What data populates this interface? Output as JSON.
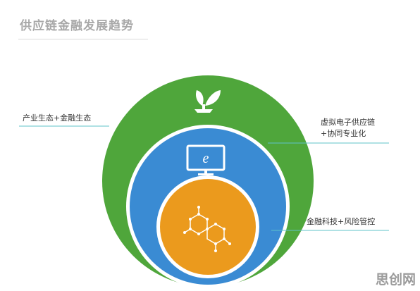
{
  "title": "供应链金融发展趋势",
  "layers": [
    {
      "label": "产业生态+金融生态",
      "icon": "sprout-icon",
      "color": "#4fa63b"
    },
    {
      "label_lines": [
        "虚拟电子供应链",
        "+协同专业化"
      ],
      "icon": "monitor-e-icon",
      "color": "#3a8bd3"
    },
    {
      "label": "金融科技+风险管控",
      "icon": "molecule-icon",
      "color": "#eb9a1d"
    }
  ],
  "line_color": "#5fc3c8",
  "watermark": "思创网"
}
